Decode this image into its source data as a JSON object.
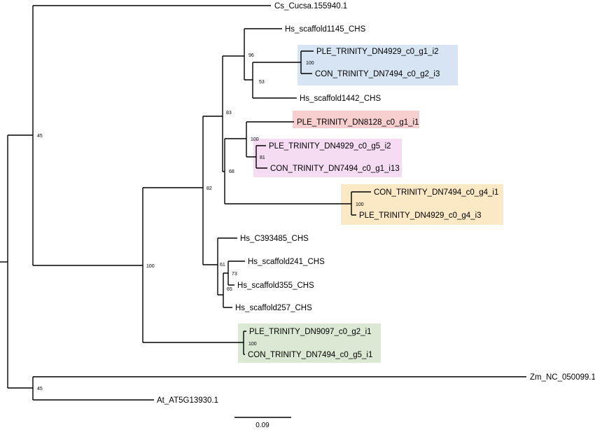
{
  "tree": {
    "leaves": [
      {
        "id": "cs",
        "label": "Cs_Cucsa.155940.1"
      },
      {
        "id": "hs1145",
        "label": "Hs_scaffold1145_CHS"
      },
      {
        "id": "ple4929g1",
        "label": "PLE_TRINITY_DN4929_c0_g1_i2"
      },
      {
        "id": "con7494g2",
        "label": "CON_TRINITY_DN7494_c0_g2_i3"
      },
      {
        "id": "hs1442",
        "label": "Hs_scaffold1442_CHS"
      },
      {
        "id": "ple8128",
        "label": "PLE_TRINITY_DN8128_c0_g1_i1"
      },
      {
        "id": "ple4929g5",
        "label": "PLE_TRINITY_DN4929_c0_g5_i2"
      },
      {
        "id": "con7494g1",
        "label": "CON_TRINITY_DN7494_c0_g1_i13"
      },
      {
        "id": "con7494g4",
        "label": "CON_TRINITY_DN7494_c0_g4_i1"
      },
      {
        "id": "ple4929g4",
        "label": "PLE_TRINITY_DN4929_c0_g4_i3"
      },
      {
        "id": "hsc393485",
        "label": "Hs_C393485_CHS"
      },
      {
        "id": "hs241",
        "label": "Hs_scaffold241_CHS"
      },
      {
        "id": "hs355",
        "label": "Hs_scaffold355_CHS"
      },
      {
        "id": "hs257",
        "label": "Hs_scaffold257_CHS"
      },
      {
        "id": "ple9097",
        "label": "PLE_TRINITY_DN9097_c0_g2_i1"
      },
      {
        "id": "con7494g5",
        "label": "CON_TRINITY_DN7494_c0_g5_i1"
      },
      {
        "id": "zm",
        "label": "Zm_NC_050099.1"
      },
      {
        "id": "at",
        "label": "At_AT5G13930.1"
      }
    ],
    "bootstrap": [
      {
        "id": "b45top",
        "value": "45"
      },
      {
        "id": "b96",
        "value": "96"
      },
      {
        "id": "b100blue",
        "value": "100"
      },
      {
        "id": "b53",
        "value": "53"
      },
      {
        "id": "b83",
        "value": "83"
      },
      {
        "id": "b100pink",
        "value": "100"
      },
      {
        "id": "b81",
        "value": "81"
      },
      {
        "id": "b68",
        "value": "68"
      },
      {
        "id": "b82",
        "value": "82"
      },
      {
        "id": "b100yellow",
        "value": "100"
      },
      {
        "id": "b100root",
        "value": "100"
      },
      {
        "id": "b61",
        "value": "61"
      },
      {
        "id": "b73",
        "value": "73"
      },
      {
        "id": "b65",
        "value": "65"
      },
      {
        "id": "b100green",
        "value": "100"
      },
      {
        "id": "b45bottom",
        "value": "45"
      }
    ],
    "highlight_colors": {
      "blue": "#d6e4f3",
      "red": "#f7cfcf",
      "pink": "#f5dcf2",
      "yellow": "#fbe8c4",
      "green": "#dbe9d4"
    },
    "scale_bar": {
      "label": "0.09"
    }
  }
}
